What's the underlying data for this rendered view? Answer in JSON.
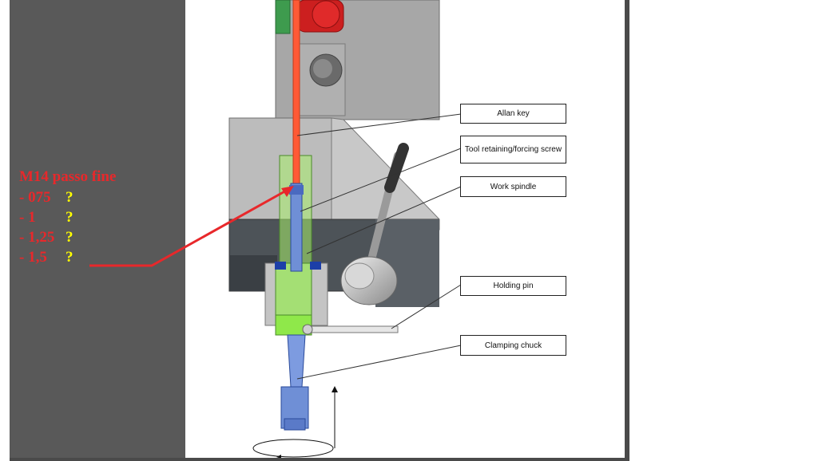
{
  "callouts": {
    "allan_key": "Allan key",
    "tool_screw": "Tool retaining/forcing screw",
    "work_spindle": "Work spindle",
    "holding_pin": "Holding pin",
    "clamping_chuck": "Clamping chuck"
  },
  "note": {
    "title": "M14 passo fine",
    "rows": [
      {
        "value": "- 075",
        "mark": "?"
      },
      {
        "value": "- 1",
        "mark": "?"
      },
      {
        "value": "- 1,25",
        "mark": "?"
      },
      {
        "value": "- 1,5",
        "mark": "?"
      }
    ]
  },
  "colors": {
    "annotation_red": "#e8282b",
    "question_yellow": "#ffff00",
    "allan_key": "#ff5a36",
    "spindle_green": "#8fe84a",
    "chuck_blue": "#6f8fd6",
    "handwheel_red": "#cc1f1f"
  }
}
